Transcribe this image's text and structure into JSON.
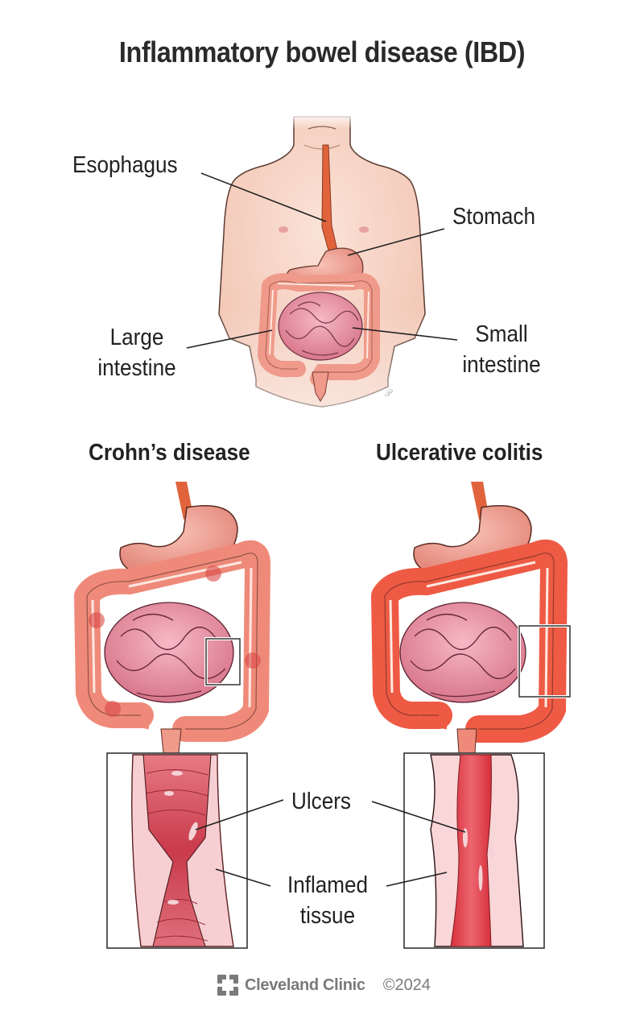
{
  "title": "Inflammatory bowel disease (IBD)",
  "top_figure": {
    "labels": {
      "esophagus": "Esophagus",
      "stomach": "Stomach",
      "large_intestine_line1": "Large",
      "large_intestine_line2": "intestine",
      "small_intestine_line1": "Small",
      "small_intestine_line2": "intestine"
    }
  },
  "sections": [
    {
      "title": "Crohn’s disease"
    },
    {
      "title": "Ulcerative colitis"
    }
  ],
  "detail_labels": {
    "ulcers": "Ulcers",
    "inflamed_line1": "Inflamed",
    "inflamed_line2": "tissue"
  },
  "footer": {
    "brand": "Cleveland Clinic",
    "copyright": "©2024"
  },
  "colors": {
    "skin": "#f6d3c4",
    "esophagus": "#e0633c",
    "colon_normal": "#ef9a8a",
    "colon_inflamed": "#ee5a44",
    "small_intestine": "#ec9aaa",
    "stomach": "#f0a59a",
    "tissue_inflamed": "#d94a56",
    "logo_gray": "#7a7a7a"
  }
}
